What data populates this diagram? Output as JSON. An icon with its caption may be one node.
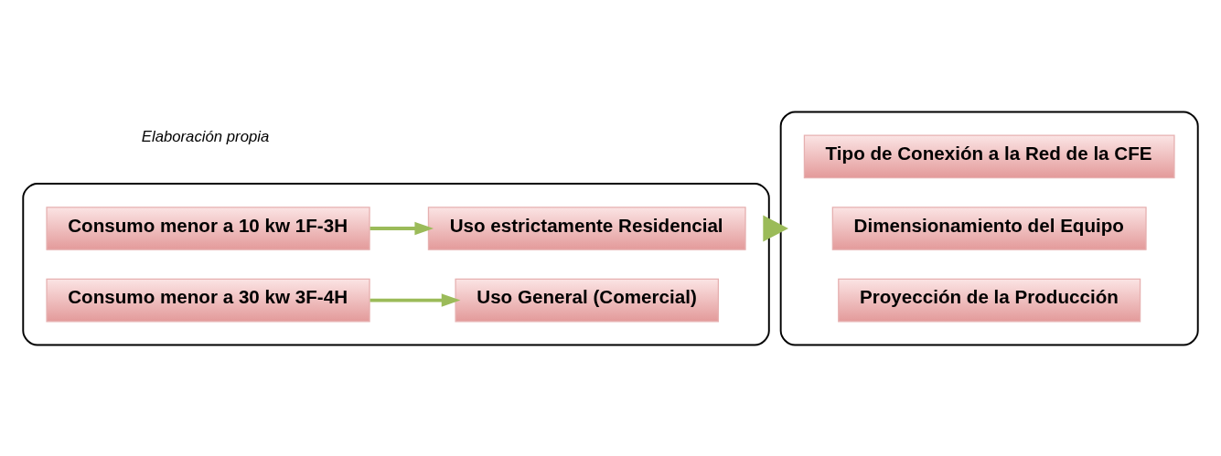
{
  "diagram": {
    "nodes": [
      {
        "text": [],
        "shape": "box"
      },
      {
        "text": [
          "Consumo menor a 10 kw 1F-3H"
        ],
        "in": 0
      },
      {
        "text": [
          "Uso estrictamente Residencial"
        ],
        "in": 0
      },
      {
        "text": [
          "Consumo menor a 30 kw 3F-4H"
        ],
        "in": 0
      },
      {
        "text": [
          "Uso General (Comercial)"
        ],
        "in": 0
      },
      {
        "text": [],
        "shape": "box"
      },
      {
        "text": [
          "Tipo de Conexión a la Red de la CFE"
        ],
        "in": 5
      },
      {
        "text": [
          "Dimensionamiento del Equipo"
        ],
        "in": 5
      },
      {
        "text": [
          "Proyección de la Producción"
        ],
        "in": 5
      }
    ],
    "edges": [
      {
        "from": 1,
        "to": 2,
        "arrow": "to"
      },
      {
        "from": 3,
        "to": 4,
        "arrow": "to"
      },
      {
        "from": 0,
        "to": 5,
        "arrow": "to",
        "style": "thick"
      }
    ],
    "labels": [
      "Elaboración propia"
    ]
  }
}
